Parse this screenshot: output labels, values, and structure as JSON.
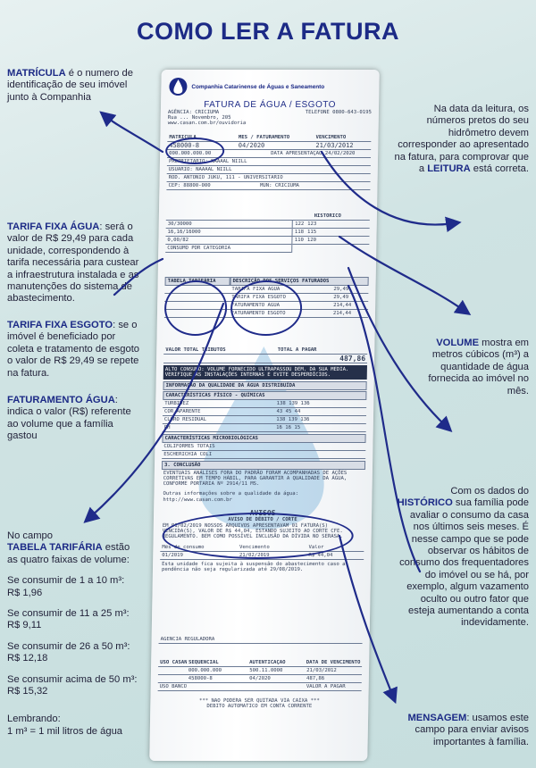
{
  "title": "COMO LER A FATURA",
  "notes": {
    "matricula": {
      "term": "MATRÍCULA",
      "text": " é o numero de identificação de seu imóvel junto à Companhia"
    },
    "leitura": {
      "text": "Na data da leitura, os números pretos do seu hidrômetro devem corresponder ao apresentado na fatura, para comprovar que a ",
      "term": "LEITURA",
      "text_end": " está correta."
    },
    "tarifa_agua": {
      "term": "TARIFA FIXA ÁGUA",
      "text": ": será o valor de R$ 29,49 para cada unidade, correspondendo à tarifa necessária para custear a infraestrutura instalada e as manutenções do sistema de abastecimento."
    },
    "tarifa_esgoto": {
      "term": "TARIFA FIXA ESGOTO",
      "text": ": se o imóvel é beneficiado por coleta e tratamento de esgoto o valor de R$ 29,49 se repete na fatura."
    },
    "faturamento": {
      "term": "FATURAMENTO ÁGUA",
      "text": ": indica o valor (R$) referente ao volume que a família gastou"
    },
    "volume": {
      "term": "VOLUME",
      "text": " mostra em metros cúbicos (m³) a quantidade de água fornecida ao imóvel no mês."
    },
    "historico": {
      "text_start": "Com os dados do ",
      "term": "HISTÓRICO",
      "text": " sua família pode avaliar o consumo da casa nos últimos seis meses. É nesse campo que se pode observar os hábitos de consumo dos frequentadores do imóvel ou se há, por exemplo, algum vazamento oculto ou outro fator que esteja aumentando a conta indevidamente."
    },
    "tabela": {
      "text_start": "No campo",
      "term": "TABELA TARIFÁRIA",
      "text": " estão as quatro faixas de volume:"
    },
    "faixas": [
      {
        "label": "Se consumir de 1 a 10 m³:",
        "value": "R$ 1,96"
      },
      {
        "label": "Se consumir de 11 a 25 m³:",
        "value": "R$ 9,11"
      },
      {
        "label": "Se consumir de 26 a 50 m³:",
        "value": "R$ 12,18"
      },
      {
        "label": "Se consumir acima de 50 m³:",
        "value": "R$ 15,32"
      }
    ],
    "lembrando": {
      "title": "Lembrando:",
      "text": "1 m³ = 1 mil litros de água"
    },
    "mensagem": {
      "term": "MENSAGEM",
      "text": ": usamos este campo para enviar avisos importantes à família."
    }
  },
  "invoice": {
    "company": "Companhia Catarinense de Águas e Saneamento",
    "logo": "casan",
    "title": "FATURA DE ÁGUA / ESGOTO",
    "phone": "TELEFONE 0800-643-0195",
    "agencia": "AGÊNCIA: CRICIUMA",
    "endereco": "Rua ... Novembro, 205",
    "site": "www.casan.com.br/ouvidoria",
    "head_cols": [
      "MATRÍCULA",
      "MÊS / FATURAMENTO",
      "VENCIMENTO"
    ],
    "matricula": "458000-8",
    "mes": "04/2020",
    "vencimento": "21/03/2012",
    "valor_faturado": "000.000.000.00",
    "data_apresentacao": "DATA APRESENTAÇÃO 24/02/2020",
    "proprietario": "PROPRIETÁRIO: NAAAAL NIILL",
    "usuario": "USUÁRIO: NAAAAL NIILL",
    "endereco_imovel": "ROD. ANTONIO JUKU, 111 - UNIVERSITÁRIO",
    "cep": "CEP: 88800-000",
    "mun": "MUN: CRICIUMA",
    "historico_label": "HISTÓRICO",
    "leitura_vals": [
      "30/30000",
      "16,16/16000",
      "0,00/82"
    ],
    "hist_vals": [
      "122",
      "123",
      "118",
      "115",
      "110",
      "120"
    ],
    "consumo_categoria": "CONSUMO POR CATEGORIA",
    "tabela_header": "TABELA TARIFÁRIA",
    "descricao_header": "DESCRIÇÃO DOS SERVIÇOS FATURADOS",
    "servicos": [
      "TARIFA FIXA ÁGUA",
      "TARIFA FIXA ESGOTO",
      "FATURAMENTO ÁGUA",
      "FATURAMENTO ESGOTO"
    ],
    "servico_vals": [
      "29,49",
      "29,49",
      "214,44",
      "214,44"
    ],
    "total_label": "TOTAL A PAGAR",
    "total": "487,86",
    "tributos": "VALOR TOTAL TRIBUTOS",
    "aviso_consumo": "ALTO CONSUMO: VOLUME FORNECIDO ULTRAPASSOU DEM. DA SUA MEDIA. VERIFIQUE AS INSTALAÇÕES INTERNAS E EVITE DESPERDÍCIOS.",
    "qualidade": "INFORMAÇÃO DA QUALIDADE DA ÁGUA DISTRIBUÍDA",
    "fisico": "CARACTERÍSTICAS FÍSICO - QUÍMICAS",
    "param": [
      "TURBIDEZ",
      "COR APARENTE",
      "CLORO RESIDUAL",
      "PH"
    ],
    "param_vals": [
      "138 139 136",
      "43 45 44",
      "138 139 136",
      "16 16 15"
    ],
    "micro": "CARACTERÍSTICAS MICROBIOLÓGICAS",
    "micro_rows": [
      "COLIFORMES TOTAIS",
      "ESCHERICHIA COLI"
    ],
    "conclusao": "3. CONCLUSÃO",
    "conclusao_text": "EVENTUAIS ANÁLISES FORA DO PADRÃO FORAM ACOMPANHADAS DE AÇÕES CORRETIVAS EM TEMPO HÁBIL, PARA GARANTIR A QUALIDADE DA ÁGUA, CONFORME PORTARIA Nº 2914/11 MS.",
    "outras": "Outras informações sobre a qualidade da água:",
    "site2": "http://www.casan.com.br",
    "avisos_title": "AVISOS",
    "aviso_sub": "AVISO DE DÉBITO / CORTE",
    "aviso_text": "EM 01/02/2019 NOSSOS ARQUIVOS APRESENTAVAM 01 FATURA(S) VENCIDA(S), VALOR DE R$ 44,04, ESTANDO SUJEITO AO CORTE CFE. REGULAMENTO. BEM COMO POSSÍVEL INCLUSÃO DA DÍVIDA NO SERASA.",
    "aviso_cols": [
      "Mês de consumo",
      "Vencimento",
      "Valor"
    ],
    "aviso_row": [
      "01/2019",
      "21/02/2019",
      "R$ 44,04"
    ],
    "aviso_rodape": "Esta unidade fica sujeita à suspensão do abastecimento caso a pendência não seja regularizada até 29/08/2019.",
    "agencia_reg": "AGÊNCIA REGULADORA",
    "stub_cols": [
      "SEQUENCIAL",
      "AUTENTICAÇÃO",
      "DATA DE VENCIMENTO"
    ],
    "stub_vals": [
      "000.000.000",
      "500.11.0000",
      "21/03/2012"
    ],
    "stub_matricula": "458000-8",
    "stub_mes": "04/2020",
    "stub_valor": "487,86",
    "valor_a_pagar": "VALOR A PAGAR",
    "uso_casan": "USO CASAN",
    "uso_banco": "USO BANCO",
    "rodape1": "*** NAO PODERA SER QUITADA VIA CAIXA ***",
    "rodape2": "DEBITO AUTOMATICO EM CONTA CORRENTE"
  },
  "colors": {
    "accent": "#1c2a86",
    "background": "#d2e6e6"
  },
  "icons": [
    "casan-logo-icon",
    "drop-watermark-icon"
  ]
}
